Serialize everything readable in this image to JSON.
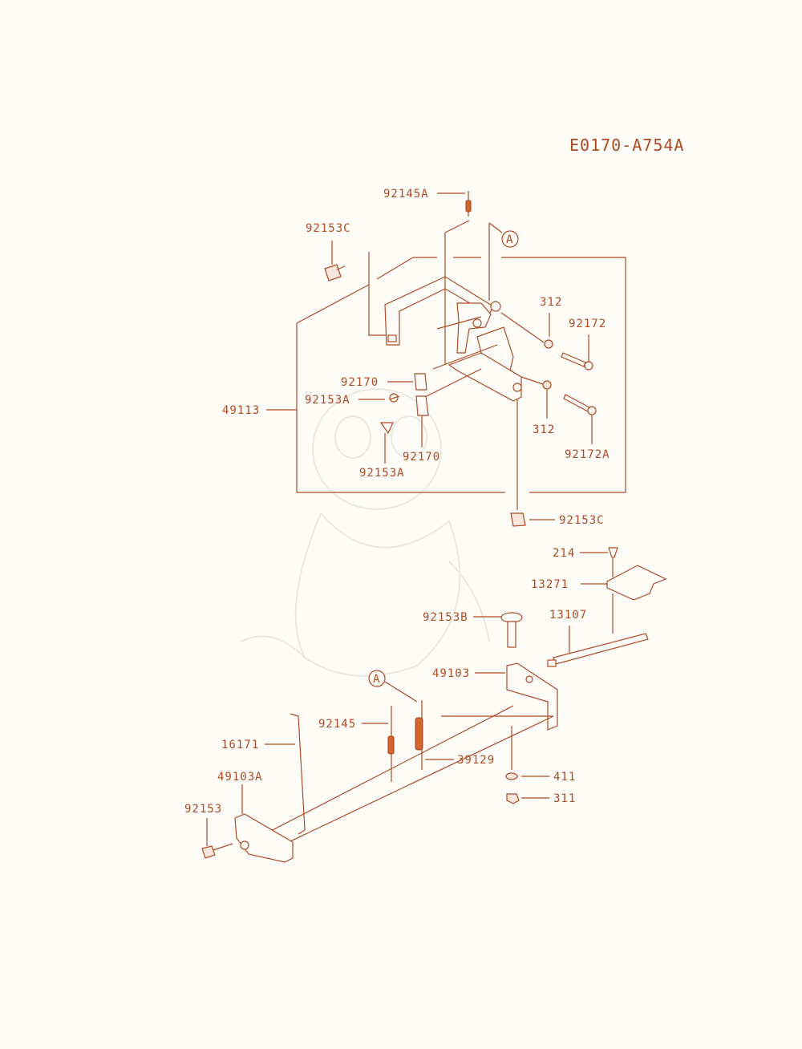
{
  "diagram": {
    "code": "E0170-A754A",
    "ref_marker": "A",
    "colors": {
      "ink": "#b04a24",
      "spring": "#d2642e",
      "background": "#fdfcf7"
    },
    "upper_group": {
      "labels": {
        "spring_top": "92145A",
        "bolt_top_left": "92153C",
        "bracket_assembly": "49113",
        "nut_upper": "312",
        "screw_upper": "92172",
        "clip_upper": "92170",
        "bolt_mid": "92153A",
        "clip_lower": "92170",
        "bolt_lower": "92153A",
        "nut_lower": "312",
        "screw_lower": "92172A",
        "bolt_bottom": "92153C"
      }
    },
    "lower_group": {
      "labels": {
        "bolt_top": "214",
        "plate": "13271",
        "bolt_mid": "92153B",
        "shaft": "13107",
        "lever": "49103",
        "spring": "92145",
        "rod": "16171",
        "lever_a": "49103A",
        "bolt_left": "92153",
        "spring_b": "39129",
        "washer": "411",
        "nut": "311"
      }
    }
  }
}
